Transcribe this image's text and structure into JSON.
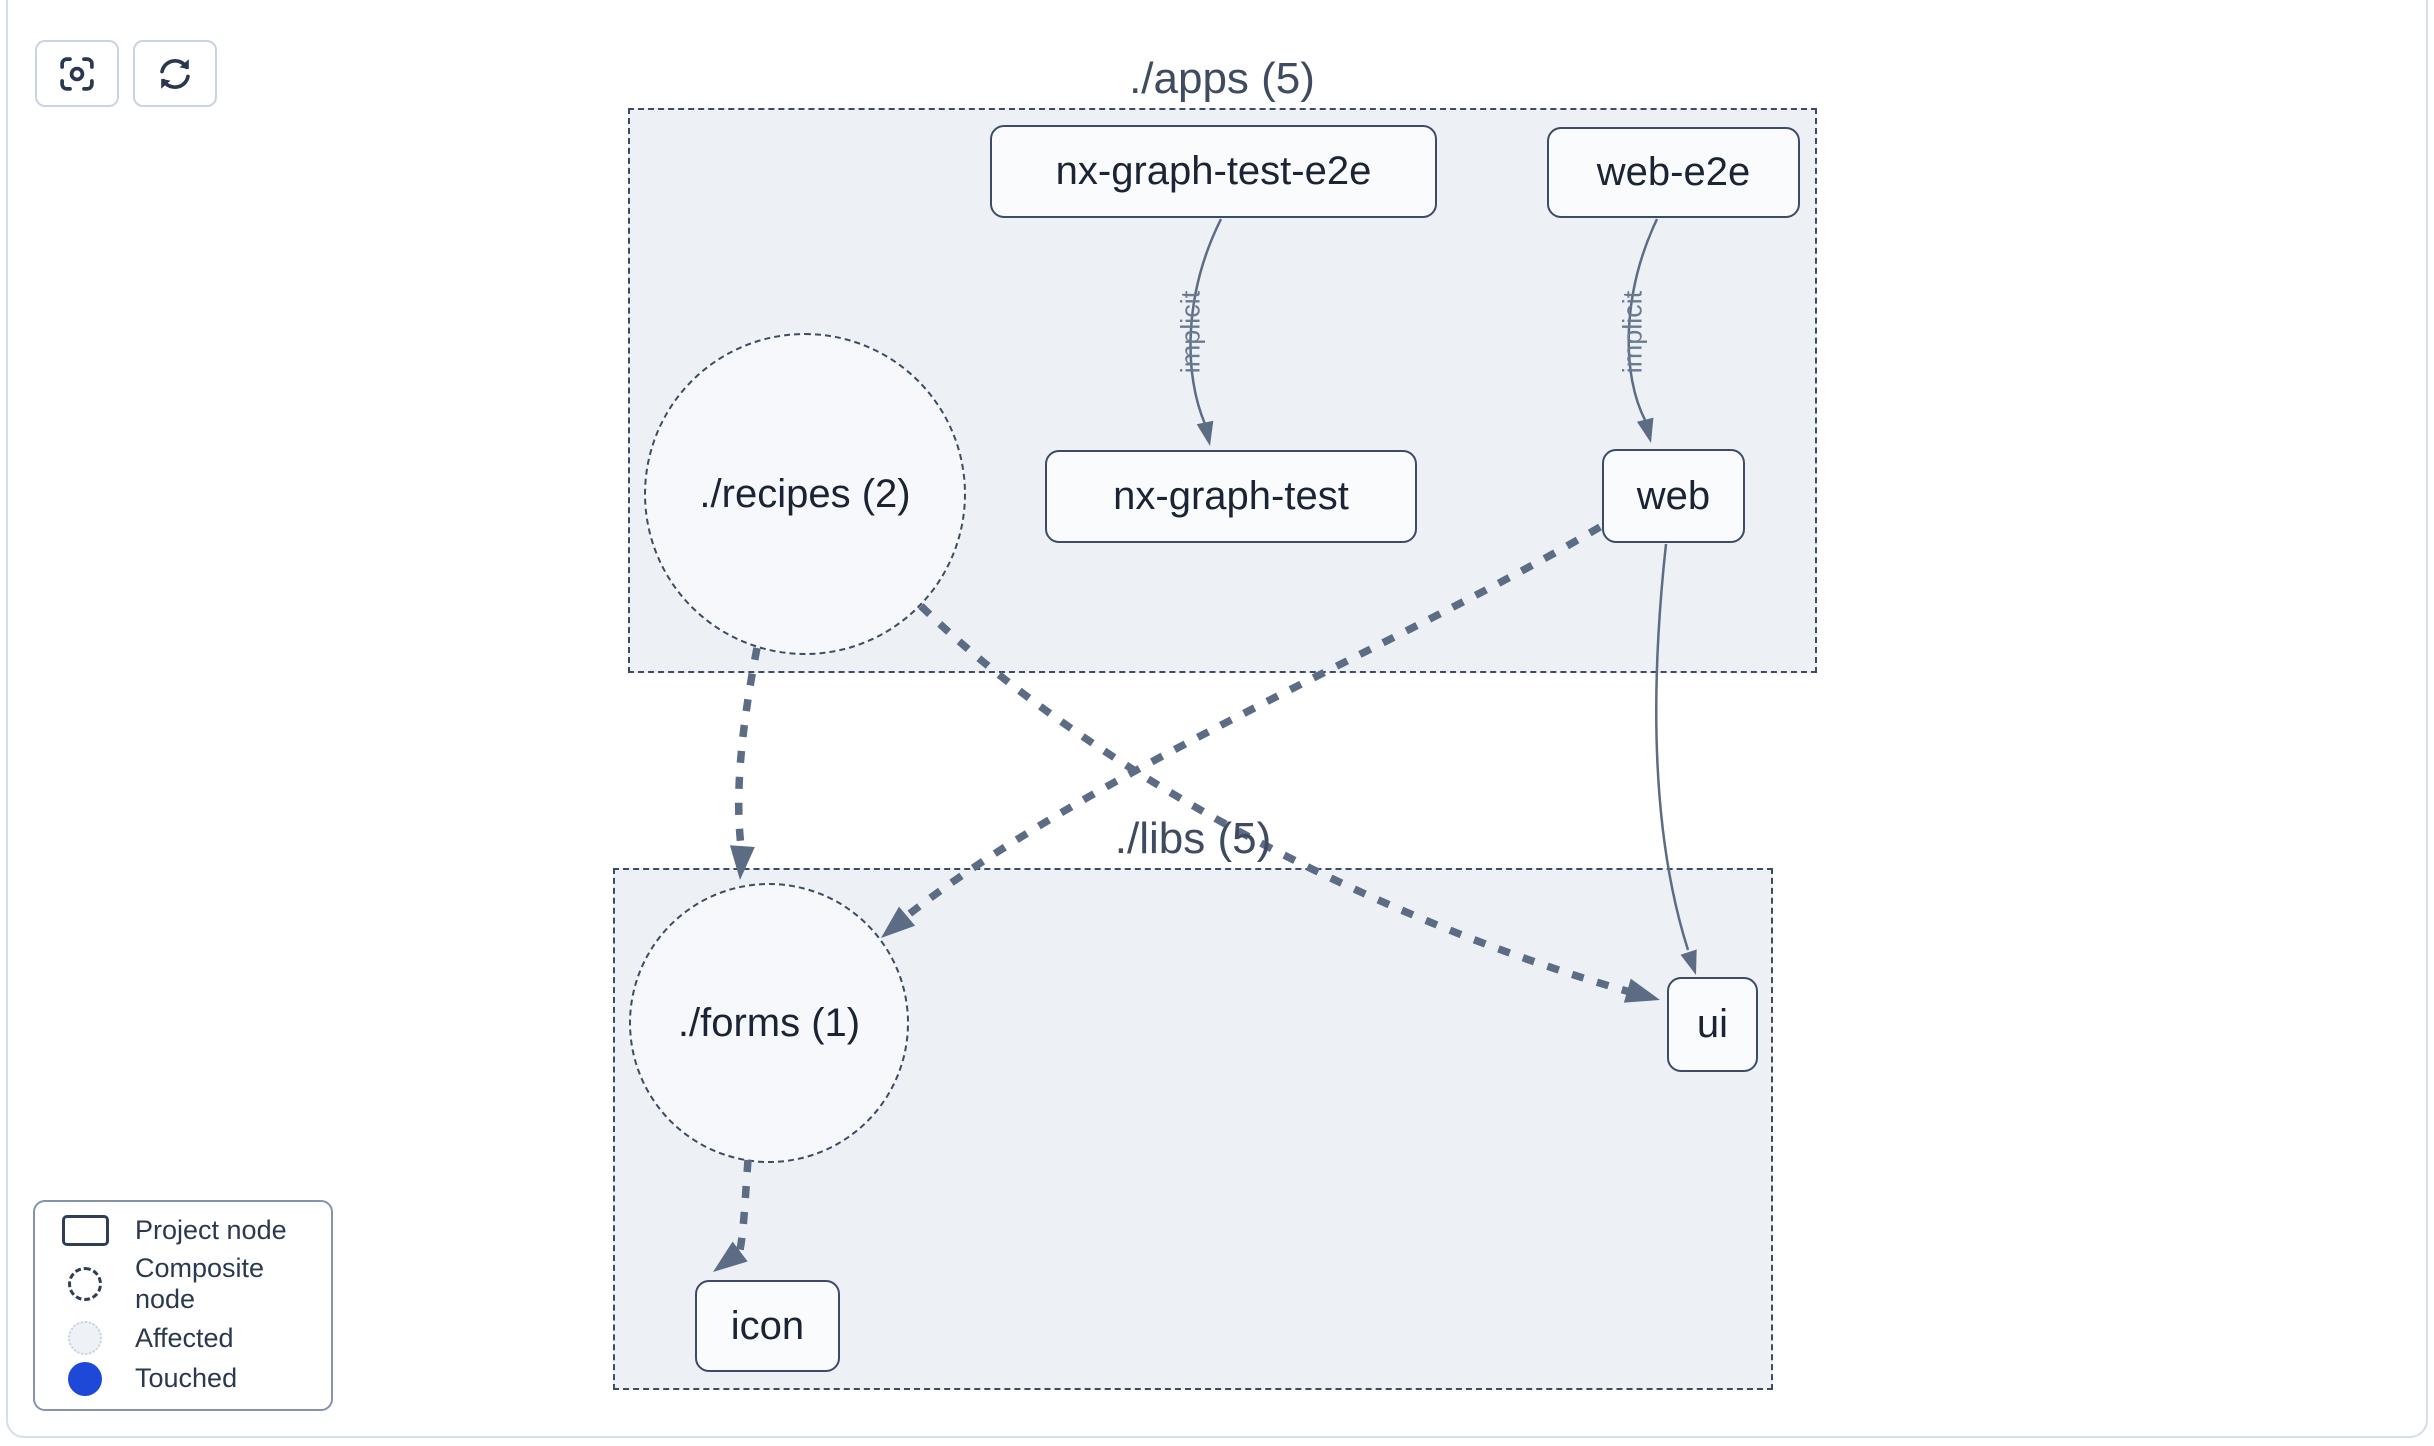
{
  "toolbar": {
    "focus_button": {
      "icon": "focus-center-icon"
    },
    "refresh_button": {
      "icon": "refresh-icon"
    }
  },
  "graph": {
    "clusters": [
      {
        "id": "apps",
        "label": "./apps (5)"
      },
      {
        "id": "libs",
        "label": "./libs (5)"
      }
    ],
    "composite_nodes": [
      {
        "id": "recipes",
        "label": "./recipes (2)",
        "cluster": "apps"
      },
      {
        "id": "forms",
        "label": "./forms (1)",
        "cluster": "libs"
      }
    ],
    "project_nodes": [
      {
        "id": "nx-graph-test-e2e",
        "label": "nx-graph-test-e2e",
        "cluster": "apps"
      },
      {
        "id": "web-e2e",
        "label": "web-e2e",
        "cluster": "apps"
      },
      {
        "id": "nx-graph-test",
        "label": "nx-graph-test",
        "cluster": "apps"
      },
      {
        "id": "web",
        "label": "web",
        "cluster": "apps"
      },
      {
        "id": "ui",
        "label": "ui",
        "cluster": "libs"
      },
      {
        "id": "icon",
        "label": "icon",
        "cluster": "libs"
      }
    ],
    "edges": [
      {
        "from": "nx-graph-test-e2e",
        "to": "nx-graph-test",
        "label": "implicit",
        "style": "solid-thin"
      },
      {
        "from": "web-e2e",
        "to": "web",
        "label": "implicit",
        "style": "solid-thin"
      },
      {
        "from": "./recipes (2)",
        "to": "./forms (1)",
        "label": "",
        "style": "dashed-thick"
      },
      {
        "from": "./recipes (2)",
        "to": "ui",
        "label": "",
        "style": "dashed-thick"
      },
      {
        "from": "web",
        "to": "./forms (1)",
        "label": "",
        "style": "dashed-thick"
      },
      {
        "from": "web",
        "to": "ui",
        "label": "",
        "style": "solid-thin"
      },
      {
        "from": "./forms (1)",
        "to": "icon",
        "label": "",
        "style": "dashed-thick"
      }
    ]
  },
  "legend": {
    "items": [
      {
        "label": "Project node",
        "swatch": "project-rect"
      },
      {
        "label": "Composite node",
        "swatch": "composite-circle"
      },
      {
        "label": "Affected",
        "swatch": "affected-circle"
      },
      {
        "label": "Touched",
        "swatch": "touched-circle"
      }
    ]
  },
  "colors": {
    "touched_blue": "#1d48d8",
    "cluster_fill": "#edf1f6",
    "edge_gray": "#5d6c85",
    "node_border": "#3d4c66"
  }
}
